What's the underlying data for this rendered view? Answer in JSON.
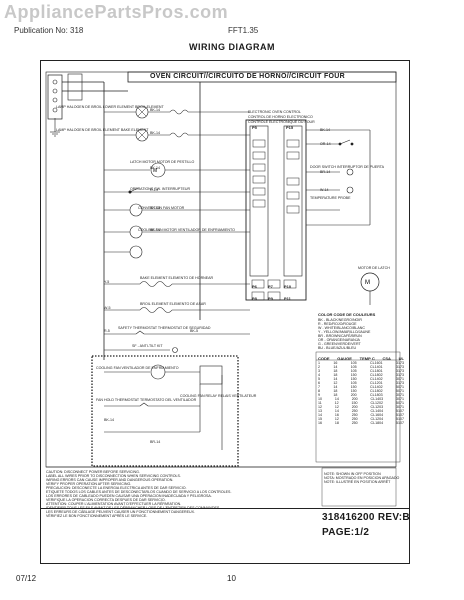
{
  "watermark": "AppliancePartsPros.com",
  "header": {
    "left_text": "Publication No: 318",
    "right_text": "FFT1.35"
  },
  "diagram": {
    "title": "WIRING DIAGRAM",
    "circuit_title": "OVEN CIRCUIT//CIRCUITO DE HORNO//CIRCUIT FOUR",
    "left_labels": [
      "LAMP HALOGEN DE BROIL LOWER ELEMENT BROIL ELEMENT",
      "LAMP HALOGEN DE BROIL ELEMENT BAKE ELEMENT",
      "LATCH MOTOR MOTOR DE PESTILLO",
      "OPERATIONS SW. INTERRUPTEUR",
      "CONVECTION FAN MOTOR",
      "COOLING FAN MOTOR VENTILADOR DE ENFRIAMIENTO",
      "BAKE ELEMENT ELEMENTO DE HORNEAR",
      "BROIL ELEMENT ELEMENTO DE ASAR",
      "SAFETY THERMOSTAT THERMOSTAT DE SEGURIDAD",
      "SF - ANTI-TILT KIT",
      "COOLING FAN VENTILADOR DE ENFRIAMIENTO",
      "FAN HOLD THERMOSTAT TERMOSTATO DEL VENTILADOR",
      "COOLING FAN RELAY RELAIS VENTILATEUR"
    ],
    "ec_labels": [
      "ELECTRONIC OVEN CONTROL",
      "CONTROL DE HORNO ELECTRONICO",
      "CONTRÔLE ÉLECTRONIQUE DU FOUR"
    ],
    "pin_labels": [
      "P5",
      "P15",
      "P6",
      "P7",
      "P8",
      "P9",
      "P10",
      "P11"
    ],
    "wire_labels": [
      "BK-14",
      "BK-14",
      "BK-14",
      "R-14",
      "BK-14",
      "BK-14",
      "Y-5",
      "W-5",
      "R-5",
      "BK-5",
      "BK-14",
      "OR-14",
      "BR-14",
      "W-14",
      "BK-14",
      "BR-14"
    ],
    "right_labels": [
      "DOOR SWITCH INTERRUPTOR DE PUERTA",
      "TEMPERATURE PROBE",
      "MOTOR DE LATCH"
    ],
    "color_legend_title": "COLOR CODE DE COULEURS",
    "color_legend": [
      "BK - BLACK/NEGRO/NOIR",
      "R - RED/ROJO/ROUGE",
      "W - WHITE/BLANCO/BLANC",
      "Y - YELLOW/AMARILLO/JAUNE",
      "BR - BROWN/CAFÉ/BRUN",
      "OR - ORANGE/NARANJA",
      "G - GREEN/VERDE/VERT",
      "BU - BLUE/AZUL/BLEU"
    ],
    "gauge_table_header": [
      "CODE",
      "GAUGE",
      "TEMP C",
      "CSA",
      "UL"
    ],
    "gauge_rows": [
      [
        "1",
        "16",
        "105",
        "CL1601",
        "3173"
      ],
      [
        "2",
        "14",
        "105",
        "CL1401",
        "3173"
      ],
      [
        "3",
        "18",
        "105",
        "CL1801",
        "3173"
      ],
      [
        "4",
        "18",
        "150",
        "CL1802",
        "3173"
      ],
      [
        "5",
        "14",
        "150",
        "CL1402",
        "3071"
      ],
      [
        "6",
        "12",
        "105",
        "CL1201",
        "3173"
      ],
      [
        "7",
        "14",
        "150",
        "CL1402",
        "5071"
      ],
      [
        "8",
        "18",
        "150",
        "CL1802",
        "5071"
      ],
      [
        "9",
        "18",
        "200",
        "CL1803",
        "3071"
      ],
      [
        "10",
        "14",
        "200",
        "CL1403",
        "3071"
      ],
      [
        "11",
        "12",
        "150",
        "CL1202",
        "5071"
      ],
      [
        "12",
        "12",
        "200",
        "CL1203",
        "3071"
      ],
      [
        "13",
        "14",
        "250",
        "CL1404",
        "5107"
      ],
      [
        "14",
        "16",
        "250",
        "CL1604",
        "5107"
      ],
      [
        "15",
        "12",
        "250",
        "CL1204",
        "5107"
      ],
      [
        "16",
        "18",
        "250",
        "CL1804",
        "5107"
      ]
    ],
    "caution_lines": [
      "CAUTION: DISCONNECT POWER BEFORE SERVICING.",
      "LABEL ALL WIRES PRIOR TO DISCONNECTION WHEN SERVICING CONTROLS.",
      "WIRING ERRORS CAN CAUSE IMPROPER AND DANGEROUS OPERATION.",
      "VERIFY PROPER OPERATION AFTER SERVICING.",
      "PRECAUCION: DESCONECTE LA ENERGIA ELECTRICA ANTES DE DAR SERVICIO.",
      "ETIQUETE TODOS LOS CABLES ANTES DE DESCONECTARLOS CUANDO DE SERVICIO A LOS CONTROLES.",
      "LOS ERRORES DE CABLEADO PUEDEN CAUSAR UNA OPERACION INADECUADA Y PELIGROSA.",
      "VERIFIQUE LA OPERACION CORRECTA DESPUES DE DAR SERVICIO.",
      "ATTENTION: COUPER L'ALIMENTATION AVANT D'EFFECTUER LA RÉPARATION.",
      "IDENTIFIER TOUS LES FILS AVANT DE LES DÉBRANCHER LORS DE L'ENTRETIEN DES COMMANDES.",
      "LES ERREURS DE CÂBLAGE PEUVENT CAUSER UN FONCTIONNEMENT DANGEREUX.",
      "VÉRIFIEZ LE BON FONCTIONNEMENT APRÈS LE SERVICE."
    ],
    "notes_lines": [
      "NOTE: SHOWN IN OFF POSITION",
      "NOTA: MOSTRADO EN POSICION APAGADO",
      "NOTE: ILLUSTRÉ EN POSITION ARRÊT"
    ],
    "part_number": "318416200 REV:B",
    "page_label": "PAGE:1/2"
  },
  "footer": {
    "date": "07/12",
    "page_number": "10"
  }
}
